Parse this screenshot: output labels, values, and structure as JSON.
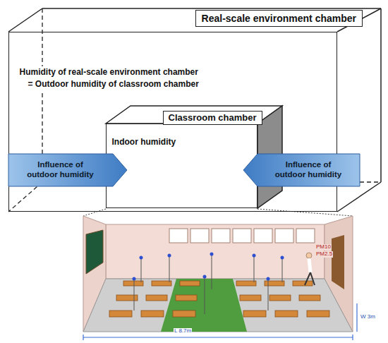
{
  "diagram": {
    "nodes": [
      {
        "text": [
          "Real-scale environment chamber",
          "Humidity of real-scale environment chamber = Outdoor humidity of classroom chamber"
        ]
      },
      {
        "text": [
          "Classroom chamber",
          "Indoor humidity"
        ],
        "in": 0
      },
      {
        "text": [
          "Influence of outdoor humidity"
        ],
        "in": 0
      },
      {
        "text": [
          "Influence of outdoor humidity"
        ],
        "in": 0
      }
    ],
    "labels": [
      "PM10",
      "PM2.5",
      "L 8.7m",
      "W 3m"
    ]
  }
}
